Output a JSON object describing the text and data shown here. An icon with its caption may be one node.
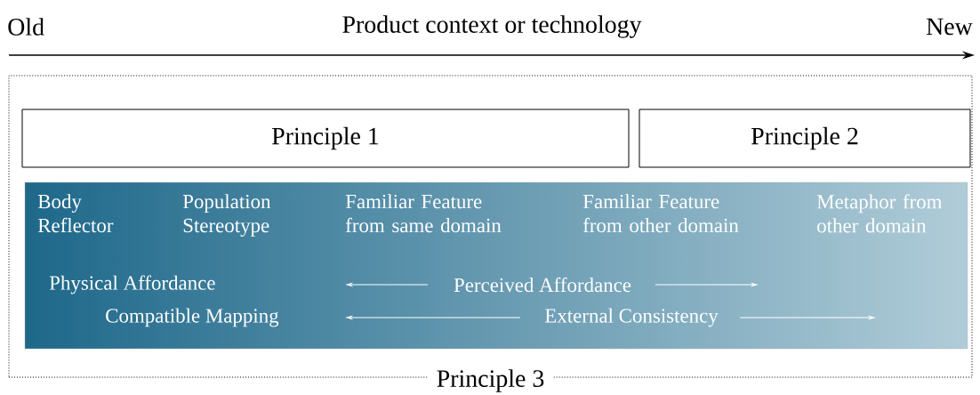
{
  "diagram": {
    "nodes": [
      {
        "text": [
          "Principle 3"
        ]
      },
      {
        "text": [
          "Principle 1"
        ],
        "in": 0
      },
      {
        "text": [
          "Principle 2"
        ],
        "in": 0
      },
      {
        "text": [
          "Body Reflector",
          "Population Stereotype",
          "Familiar Feature from same domain",
          "Familiar Feature from other domain",
          "Metaphor from other domain",
          "Physical Affordance",
          "Compatible Mapping",
          "Perceived Affordance",
          "External Consistency"
        ],
        "in": 0
      }
    ],
    "labels": [
      "Old",
      "Product context or technology",
      "New"
    ]
  }
}
